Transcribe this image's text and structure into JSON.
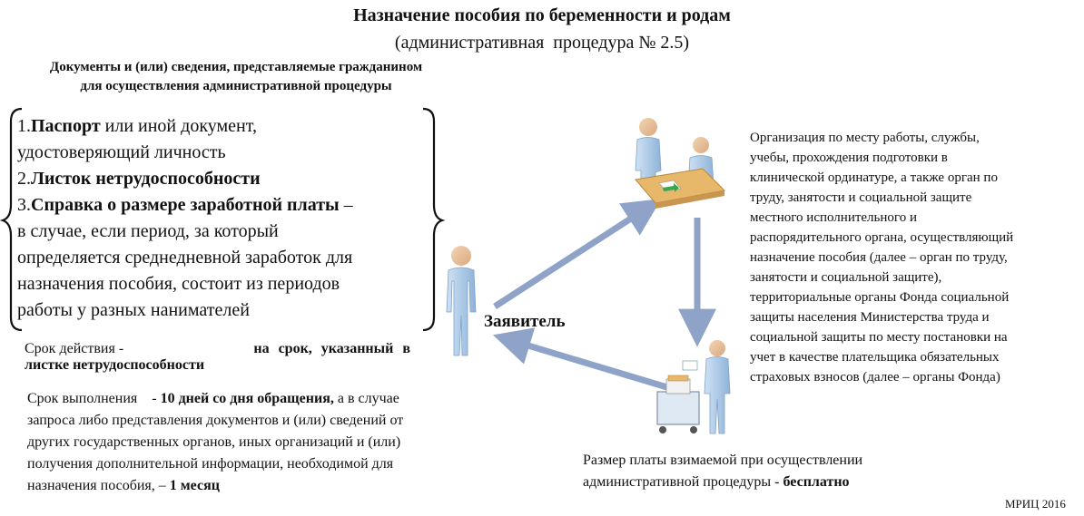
{
  "header": {
    "title": "Назначение пособия по беременности и родам",
    "subtitle": "(административная  процедура № 2.5)"
  },
  "documents": {
    "heading_line1": "Документы и (или) сведения, представляемые гражданином",
    "heading_line2": "для осуществления административной процедуры",
    "items": [
      {
        "num": "1.",
        "bold": "Паспорт",
        "rest": " или иной документ,",
        "cont": [
          "удостоверяющий личность"
        ]
      },
      {
        "num": "2.",
        "bold": "Листок нетрудоспособности",
        "rest": "",
        "cont": []
      },
      {
        "num": "3.",
        "bold": "Справка о размере заработной платы",
        "rest": " –",
        "cont": [
          "в случае, если период, за который",
          "определяется среднедневной заработок для",
          "назначения пособия, состоит из периодов",
          "работы у разных нанимателей"
        ]
      }
    ]
  },
  "validity": {
    "label": "Срок действия - ",
    "value_line1": "на срок, указанный в",
    "value_line2": "листке нетрудоспособности"
  },
  "deadline": {
    "label": "Срок выполнения    - ",
    "value": "10 дней со дня обращения,",
    "rest_line1": " а в случае",
    "lines": [
      "запроса либо представления документов и (или) сведений от",
      "других государственных органов, иных организаций и (или)",
      "получения дополнительной информации, необходимой для"
    ],
    "last_prefix": "назначения пособия, – ",
    "last_bold": "1 месяц"
  },
  "applicant": {
    "label": "Заявитель"
  },
  "organization": {
    "lines": [
      "Организация по месту работы, службы,",
      "учебы, прохождения подготовки в",
      "клинической ординатуре, а также орган по",
      "труду, занятости и социальной защите",
      "местного исполнительного и",
      "распорядительного органа, осуществляющий",
      "назначение пособия (далее – орган по труду,",
      "занятости и социальной защите),",
      "территориальные органы Фонда социальной",
      "защиты населения Министерства труда и",
      "социальной защиты по месту постановки на",
      "учет в качестве плательщика обязательных",
      "страховых взносов (далее – органы Фонда)"
    ]
  },
  "fee": {
    "line1": "Размер платы взимаемой при осуществлении",
    "line2_prefix": "административной процедуры - ",
    "line2_bold": "бесплатно"
  },
  "footer": {
    "brand": "МРИЦ 2016"
  },
  "colors": {
    "arrow": "#8ea3c7",
    "figure": "#a9c7e6",
    "table": "#e8b86a",
    "accent_green": "#3aa64a"
  },
  "icons": [
    "person-icon",
    "meeting-icon",
    "clerk-icon",
    "brace-icon"
  ]
}
